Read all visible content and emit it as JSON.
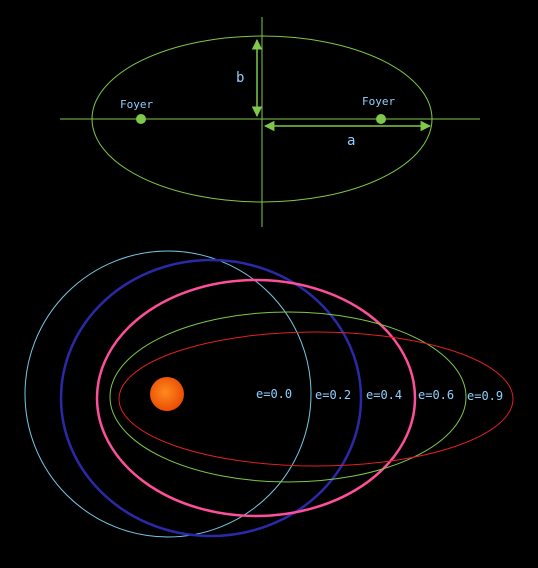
{
  "top_diagram": {
    "focus_label_left": "Foyer",
    "focus_label_right": "Foyer",
    "semi_minor_label": "b",
    "semi_major_label": "a",
    "ellipse_color": "#7fc84a",
    "label_color": "#8fd0ff"
  },
  "orbits_diagram": {
    "star_color": "#ff5a00",
    "label_color": "#8fd0ff",
    "orbits": [
      {
        "eccentricity": 0.0,
        "label": "e=0.0",
        "color": "#78c8e6"
      },
      {
        "eccentricity": 0.2,
        "label": "e=0.2",
        "color": "#2a2aa8"
      },
      {
        "eccentricity": 0.4,
        "label": "e=0.4",
        "color": "#ff4f9a"
      },
      {
        "eccentricity": 0.6,
        "label": "e=0.6",
        "color": "#7fc84a"
      },
      {
        "eccentricity": 0.9,
        "label": "e=0.9",
        "color": "#e02020"
      }
    ]
  }
}
